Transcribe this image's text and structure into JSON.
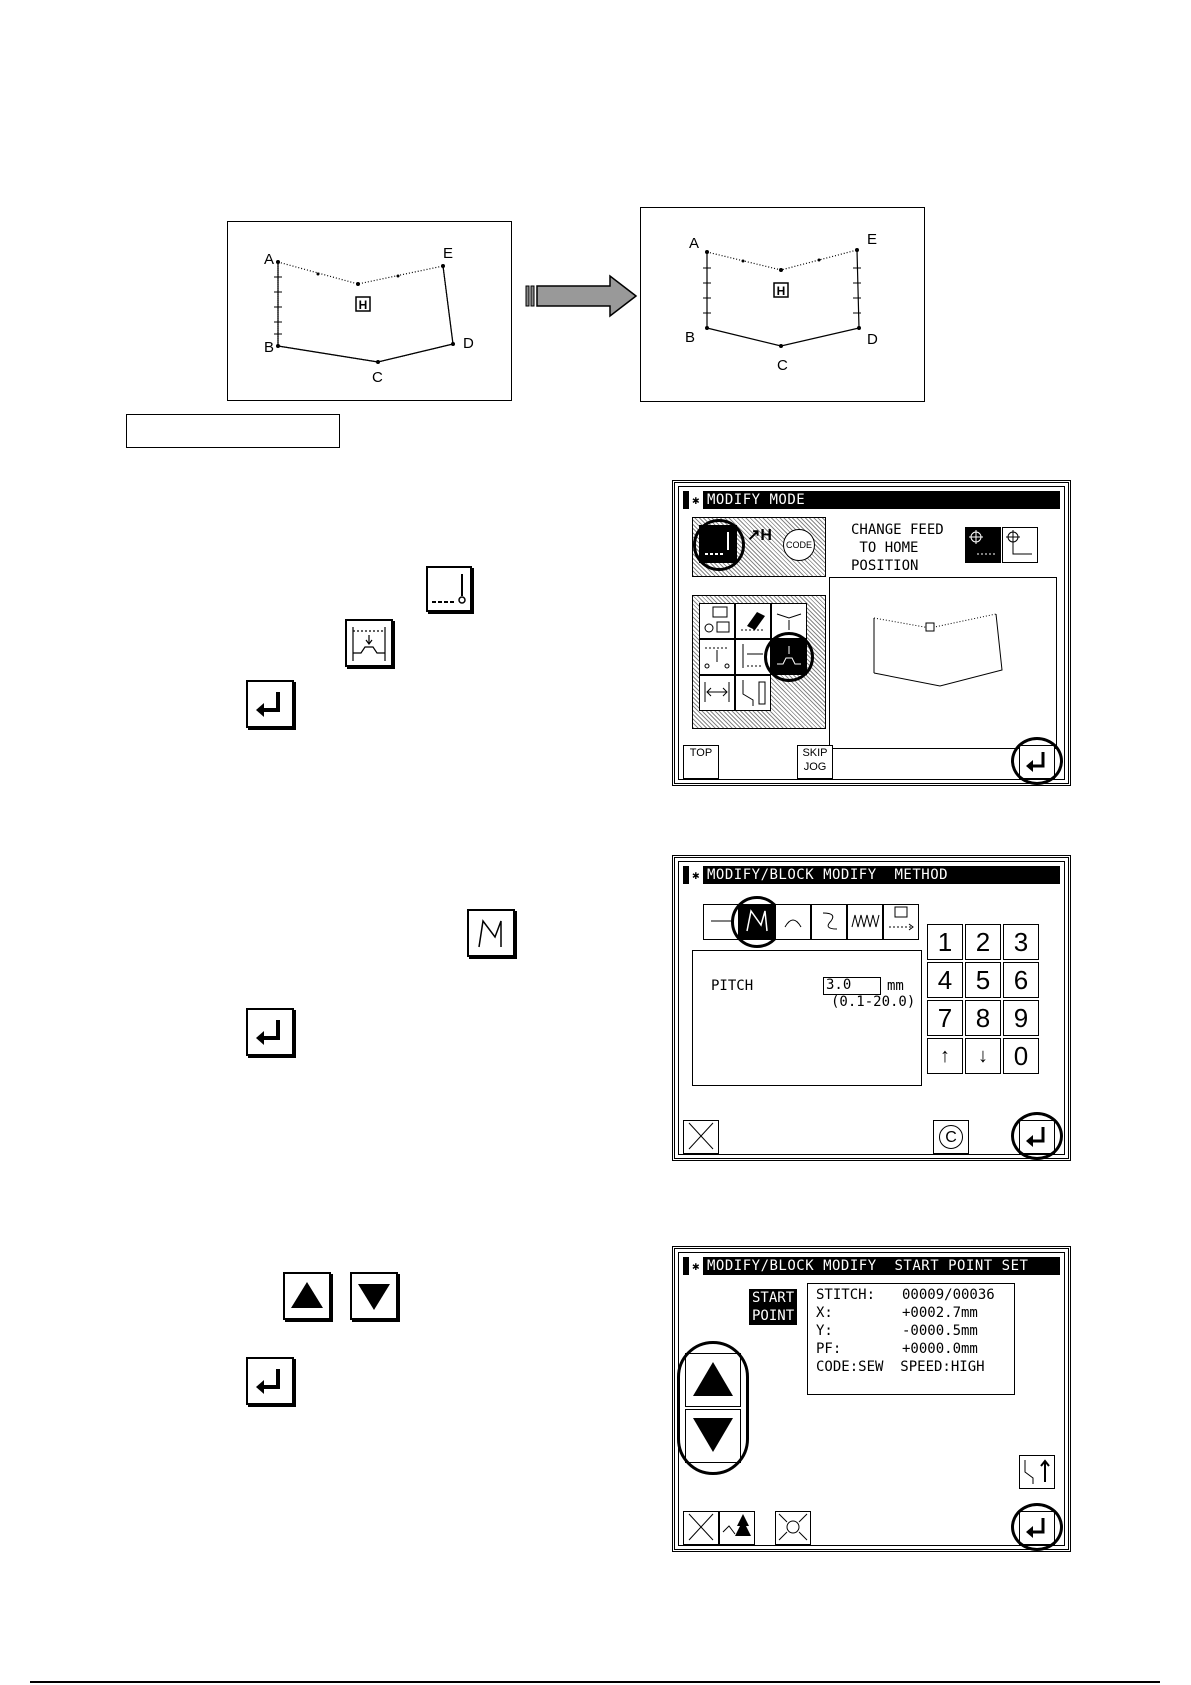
{
  "figure_before": {
    "points": [
      "A",
      "B",
      "C",
      "D",
      "E"
    ],
    "home_label": "H"
  },
  "figure_after": {
    "points": [
      "A",
      "B",
      "C",
      "D",
      "E"
    ],
    "home_label": "H"
  },
  "screen1": {
    "title": "MODIFY MODE",
    "change_feed_text": "CHANGE FEED\n TO HOME\nPOSITION",
    "code_label": "CODE",
    "home_label": "H",
    "top_label": "TOP",
    "skip_jog_label": "SKIP\nJOG"
  },
  "screen2": {
    "title": "MODIFY/BLOCK MODIFY  METHOD",
    "pitch_label": "PITCH",
    "pitch_value": "3.0",
    "pitch_unit": "mm",
    "pitch_range": "(0.1-20.0)",
    "keypad": [
      "1",
      "2",
      "3",
      "4",
      "5",
      "6",
      "7",
      "8",
      "9",
      "↑",
      "↓",
      "0"
    ],
    "clear_label": "C"
  },
  "screen3": {
    "title": "MODIFY/BLOCK MODIFY  START POINT SET",
    "start_point_label": "START\nPOINT",
    "info_lines": [
      {
        "label": "STITCH:",
        "value": "00009/00036"
      },
      {
        "label": "X:",
        "value": "+0002.7mm"
      },
      {
        "label": "Y:",
        "value": "-0000.5mm"
      },
      {
        "label": "PF:",
        "value": "+0000.0mm"
      }
    ],
    "code_line": "CODE:SEW  SPEED:HIGH"
  }
}
